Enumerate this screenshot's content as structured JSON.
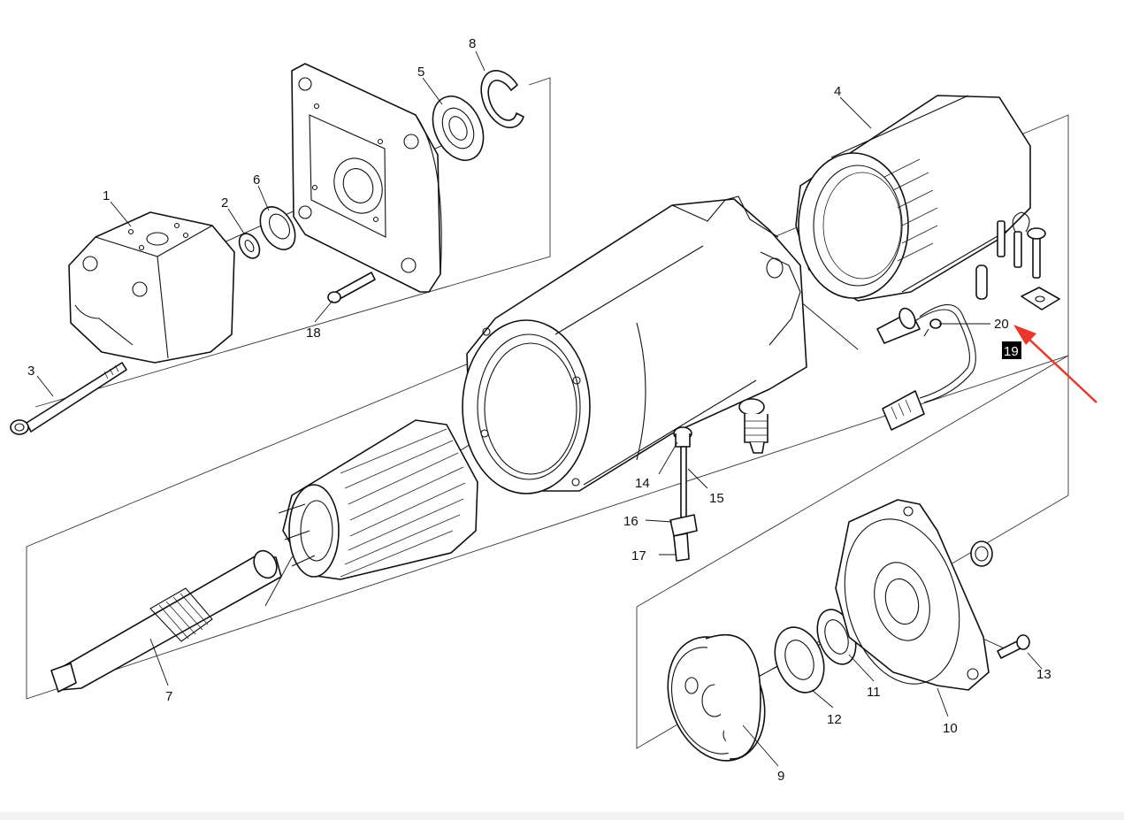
{
  "labels": {
    "p1": "1",
    "p2": "2",
    "p3": "3",
    "p4": "4",
    "p5": "5",
    "p6": "6",
    "p7": "7",
    "p8": "8",
    "p9": "9",
    "p10": "10",
    "p11": "11",
    "p12": "12",
    "p13": "13",
    "p14": "14",
    "p15": "15",
    "p16": "16",
    "p17": "17",
    "p18": "18",
    "p19": "19",
    "p20": "20"
  },
  "colors": {
    "line": "#111111",
    "highlight_box": "#000000",
    "arrow": "#e8382a",
    "background": "#ffffff"
  },
  "annotation": {
    "type": "arrow",
    "points_to": "20"
  }
}
